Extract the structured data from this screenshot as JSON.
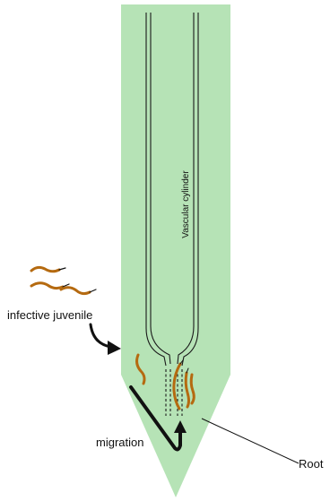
{
  "colors": {
    "root_fill": "#b6e3b6",
    "cylinder_line": "#1a1a1a",
    "nematode": "#b56a10",
    "arrow": "#111111"
  },
  "labels": {
    "vascular": "Vascular cylinder",
    "infective": "infective juvenile",
    "migration": "migration",
    "root": "Root"
  },
  "icons": {
    "nematode": "nematode-worm",
    "arrow": "curved-arrow"
  }
}
